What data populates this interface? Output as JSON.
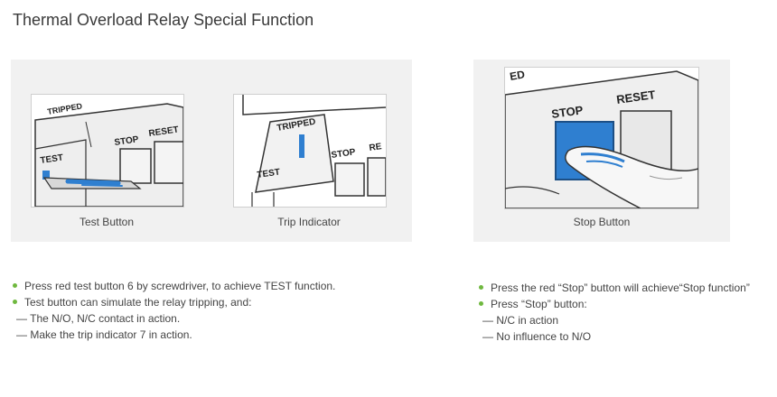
{
  "page": {
    "title": "Thermal Overload Relay Special Function"
  },
  "images": {
    "test": {
      "caption": "Test Button",
      "labels": {
        "tripped": "TRIPPED",
        "stop": "STOP",
        "reset": "RESET",
        "test": "TEST"
      }
    },
    "trip": {
      "caption": "Trip Indicator",
      "labels": {
        "tripped": "TRIPPED",
        "stop": "STOP",
        "reset": "RE",
        "test": "TEST"
      }
    },
    "stop": {
      "caption": "Stop Button",
      "labels": {
        "partial": "ED",
        "stop": "STOP",
        "reset": "RESET"
      }
    }
  },
  "notes_left": {
    "bullet1": "Press red test button 6 by screwdriver, to achieve TEST function.",
    "bullet2": "Test button can simulate the relay tripping, and:",
    "sub1": "— The N/O, N/C contact in action.",
    "sub2": "— Make the trip indicator 7 in action."
  },
  "notes_right": {
    "bullet1": "Press the red “Stop” button will achieve“Stop  function”",
    "bullet2": "Press “Stop” button:",
    "sub1": "— N/C in action",
    "sub2": "— No influence to N/O"
  },
  "colors": {
    "accent_blue": "#2f7fd0",
    "bullet_green": "#6fb83f",
    "panel_bg": "#f1f1f1"
  }
}
